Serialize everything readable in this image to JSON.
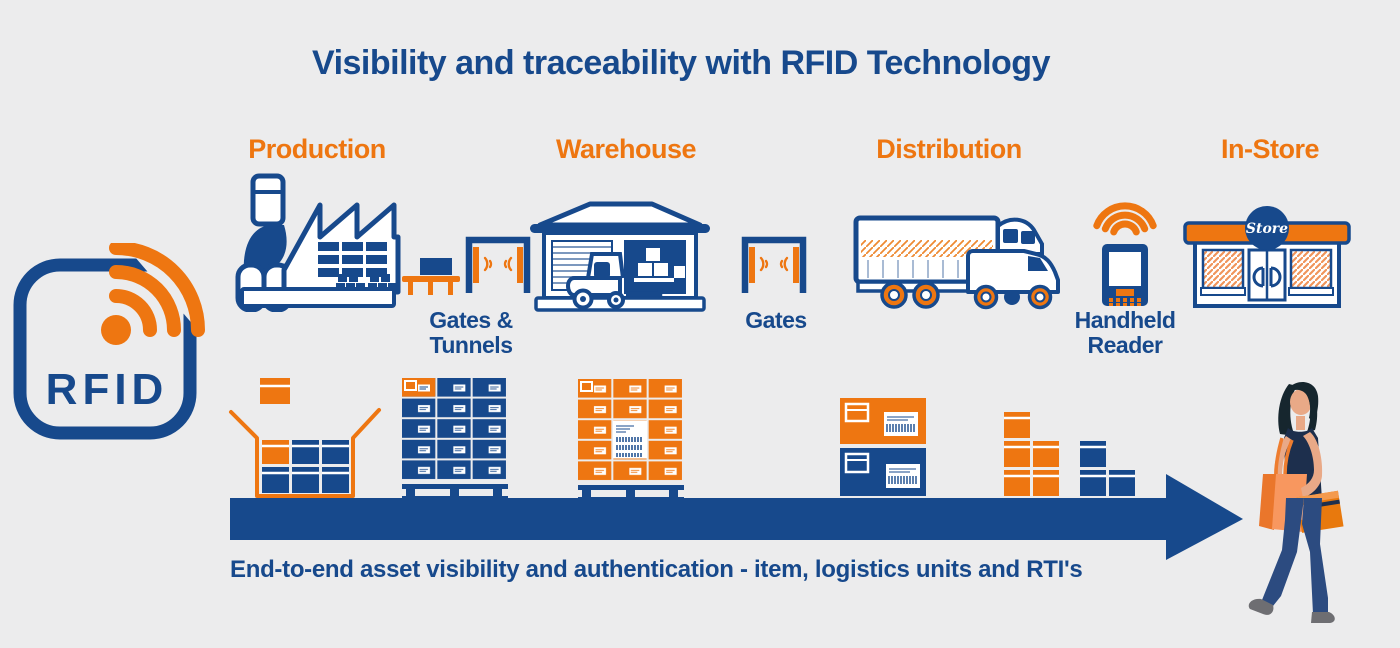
{
  "title": "Visibility and traceability with RFID Technology",
  "logo": {
    "label": "RFID",
    "icon": "rfid-signal-icon"
  },
  "stages": [
    {
      "label": "Production",
      "icon": "factory-icon"
    },
    {
      "label": "Warehouse",
      "icon": "warehouse-icon"
    },
    {
      "label": "Distribution",
      "icon": "delivery-truck-icon"
    },
    {
      "label": "In-Store",
      "icon": "storefront-icon"
    }
  ],
  "checkpoints": [
    {
      "label": "Gates & Tunnels",
      "icon": "rfid-gate-icon"
    },
    {
      "label": "Gates",
      "icon": "rfid-gate-icon"
    },
    {
      "label": "Handheld Reader",
      "icon": "handheld-reader-icon"
    }
  ],
  "store_sign": "Store",
  "caption": "End-to-end asset visibility and authentication - item, logistics units and RTI's",
  "colors": {
    "background": "#ECECED",
    "navy": "#17498C",
    "orange": "#EE7611"
  }
}
